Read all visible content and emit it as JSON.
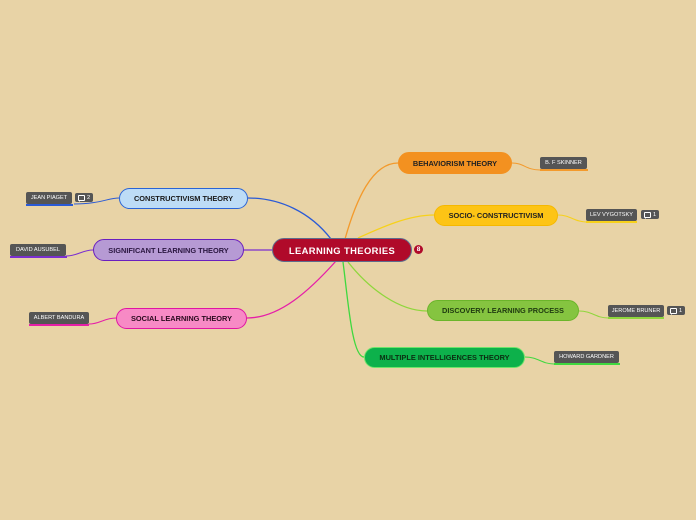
{
  "central": {
    "label": "LEARNING THEORIES",
    "collapse_count": "8"
  },
  "branches": [
    {
      "label": "BEHAVIORISM THEORY",
      "leaf": "B. F SKINNER",
      "comments": "",
      "colors": {
        "fill": "#f39120",
        "stroke": "#f39120",
        "text": "#222222",
        "line": "#f39a2c"
      }
    },
    {
      "label": "SOCIO- CONSTRUCTIVISM",
      "leaf": "LEV VYGOTSKY",
      "comments": "1",
      "colors": {
        "fill": "#fdc415",
        "stroke": "#f5b800",
        "text": "#222222",
        "line": "#f7d11a"
      }
    },
    {
      "label": "DISCOVERY LEARNING PROCESS",
      "leaf": "JEROME BRUNER",
      "comments": "1",
      "colors": {
        "fill": "#85c440",
        "stroke": "#6bb52a",
        "text": "#1f3a10",
        "line": "#8fd63c"
      }
    },
    {
      "label": "MULTIPLE INTELLIGENCES THEORY",
      "leaf": "HOWARD GARDNER",
      "comments": "",
      "colors": {
        "fill": "#0db14b",
        "stroke": "#6ee46a",
        "text": "#0b2f12",
        "line": "#3fd83f"
      }
    },
    {
      "label": "CONSTRUCTIVISM THEORY",
      "leaf": "JEAN PIAGET",
      "comments": "2",
      "colors": {
        "fill": "#bddcf6",
        "stroke": "#2a64d6",
        "text": "#1a1a1a",
        "line": "#2a5ad6"
      }
    },
    {
      "label": "SIGNIFICANT LEARNING THEORY",
      "leaf": "DAVID AUSUBEL",
      "comments": "",
      "colors": {
        "fill": "#b69ad4",
        "stroke": "#6a1fbf",
        "text": "#2a1640",
        "line": "#7b2fd0"
      }
    },
    {
      "label": "SOCIAL LEARNING THEORY",
      "leaf": "ALBERT BANDURA",
      "comments": "",
      "colors": {
        "fill": "#f78ac5",
        "stroke": "#e014a4",
        "text": "#2a0a1e",
        "line": "#e61ea8"
      }
    }
  ]
}
